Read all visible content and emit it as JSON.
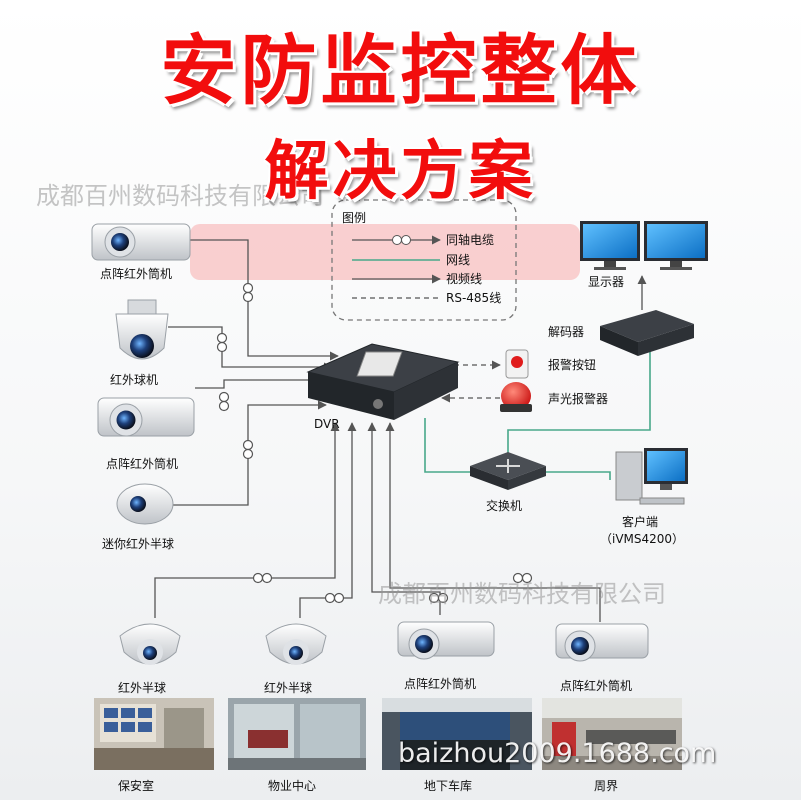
{
  "title": {
    "line1": "安防监控整体",
    "line2": "解决方案"
  },
  "watermarks": {
    "company_top": "成都百州数码科技有限公司",
    "company_mid": "成都百州数码科技有限公司",
    "url": "baizhou2009.1688.com"
  },
  "legend": {
    "title": "图例",
    "items": [
      {
        "label": "同轴电缆",
        "style": "coax"
      },
      {
        "label": "网线",
        "style": "network"
      },
      {
        "label": "视频线",
        "style": "video"
      },
      {
        "label": "RS-485线",
        "style": "rs485"
      }
    ]
  },
  "devices": {
    "cam_left_1": "点阵红外筒机",
    "dome_ptz": "红外球机",
    "cam_left_2": "点阵红外筒机",
    "mini_dome": "迷你红外半球",
    "dvr": "DVR",
    "alarm_button": "报警按钮",
    "siren": "声光报警器",
    "decoder": "解码器",
    "monitors": "显示器",
    "switch": "交换机",
    "client": "客户端",
    "client_sub": "（iVMS4200）",
    "dome_b1": "红外半球",
    "dome_b2": "红外半球",
    "cam_b3": "点阵红外筒机",
    "cam_b4": "点阵红外筒机"
  },
  "locations": [
    "保安室",
    "物业中心",
    "地下车库",
    "周界"
  ],
  "colors": {
    "title": "#f20d0d",
    "network": "#48a88a",
    "line": "#555555",
    "monitor": "#1f8fe0"
  }
}
